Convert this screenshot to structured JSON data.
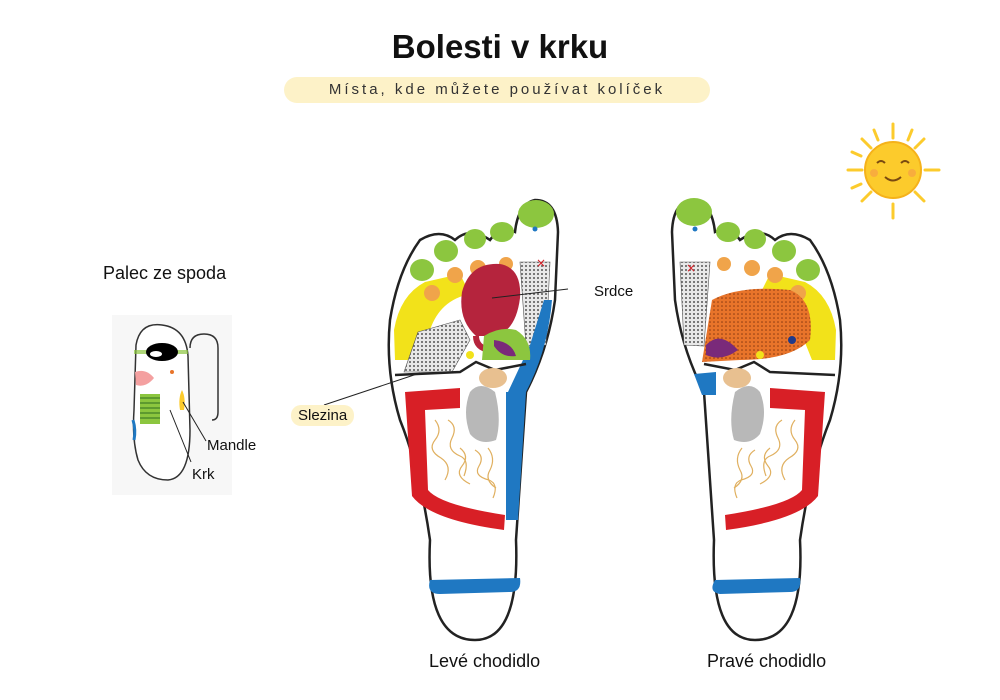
{
  "title": "Bolesti v krku",
  "subtitle": "Místa, kde můžete používat kolíček",
  "thumb": {
    "heading": "Palec ze spoda",
    "labels": {
      "tonsils": "Mandle",
      "neck": "Krk"
    }
  },
  "left_foot": {
    "caption": "Levé chodidlo",
    "labels": {
      "heart": "Srdce",
      "spleen": "Slezina"
    }
  },
  "right_foot": {
    "caption": "Pravé chodidlo"
  },
  "colors": {
    "accent_pill": "#fdf2c8",
    "sun": "#fccb2c",
    "toe": "#8cc63f",
    "heart": "#b5243d",
    "red_zone": "#d81f26",
    "blue_zone": "#1f78c2",
    "yellow_zone": "#f2e21a",
    "orange_zone": "#e8742a",
    "gray_zone": "#a8a8a8"
  }
}
